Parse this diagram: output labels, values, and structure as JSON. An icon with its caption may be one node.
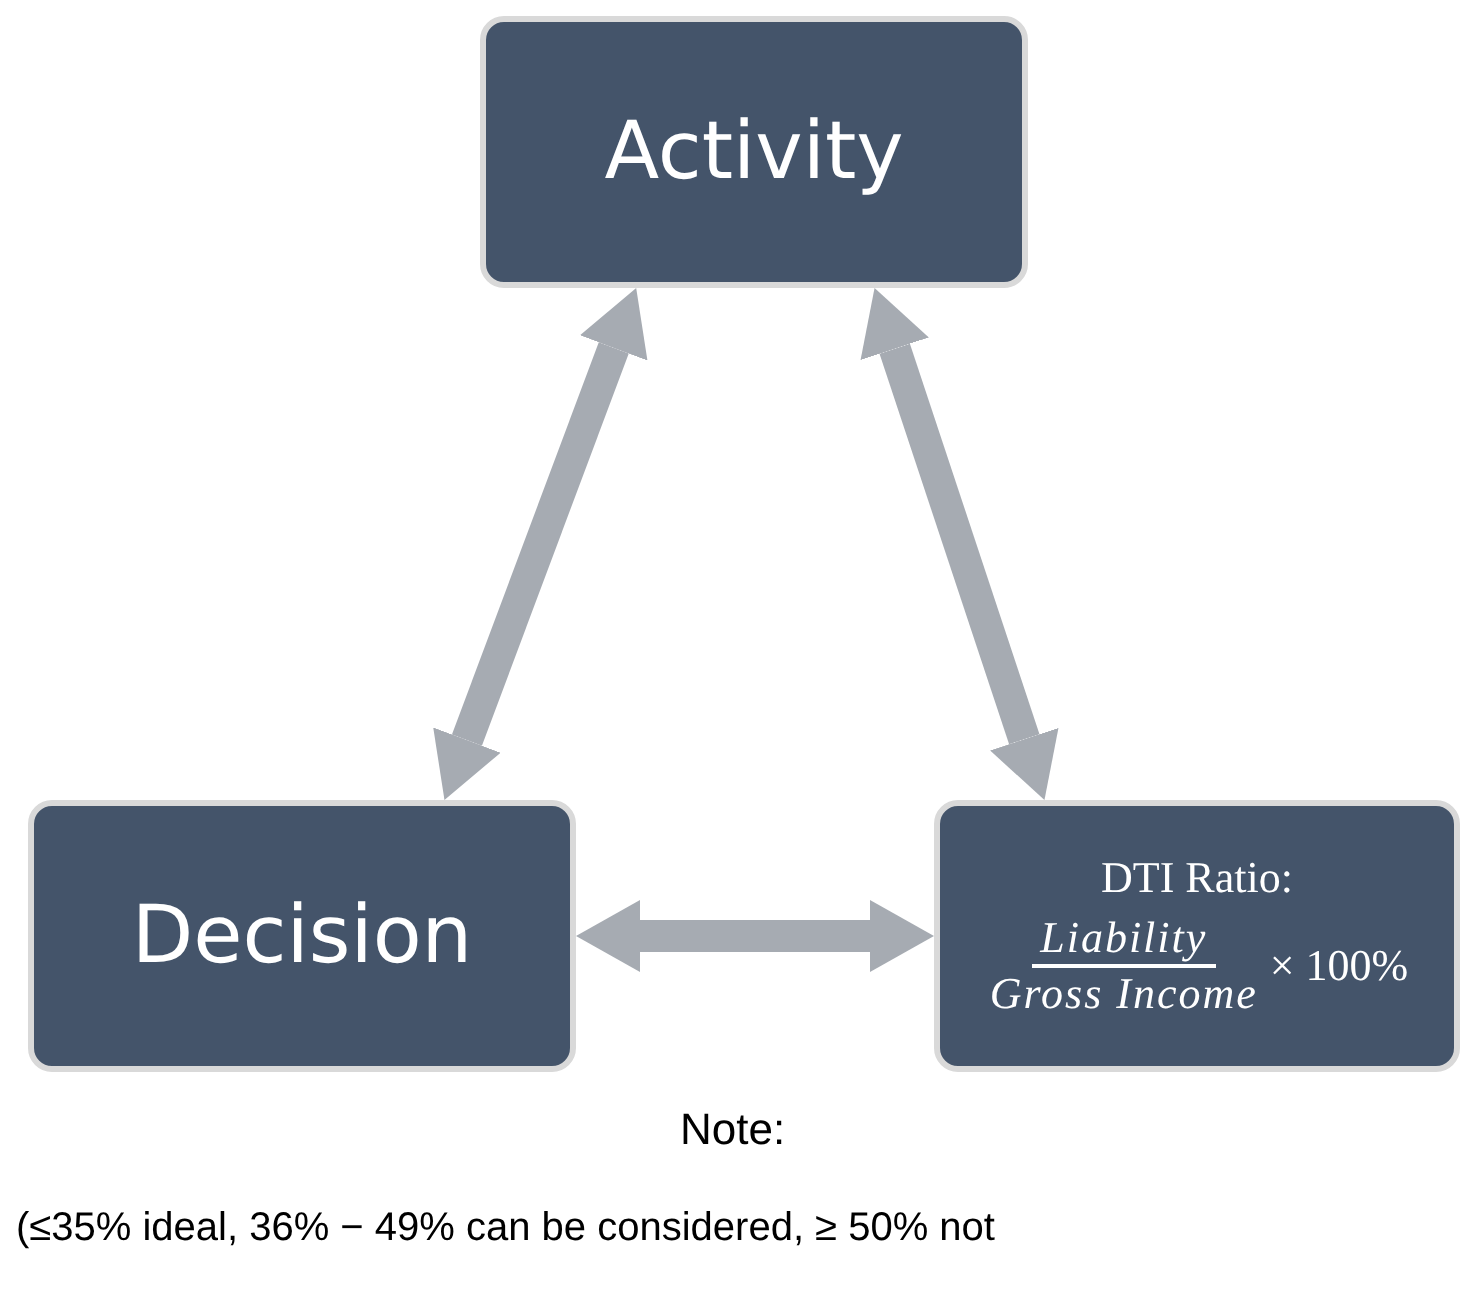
{
  "diagram": {
    "nodes": [
      {
        "text": [
          "Activity"
        ]
      },
      {
        "text": [
          "Decision"
        ]
      },
      {
        "text": [
          "DTI Ratio:",
          "Liability",
          "Gross Income",
          "× 100%"
        ]
      }
    ],
    "edges": [
      {
        "from": 1,
        "to": 0,
        "arrow": "both"
      },
      {
        "from": 0,
        "to": 2,
        "arrow": "both"
      },
      {
        "from": 1,
        "to": 2,
        "arrow": "both"
      }
    ],
    "labels": [
      "Note:",
      "(≤35% ideal, 36% − 49% can be considered, ≥ 50% not"
    ]
  }
}
